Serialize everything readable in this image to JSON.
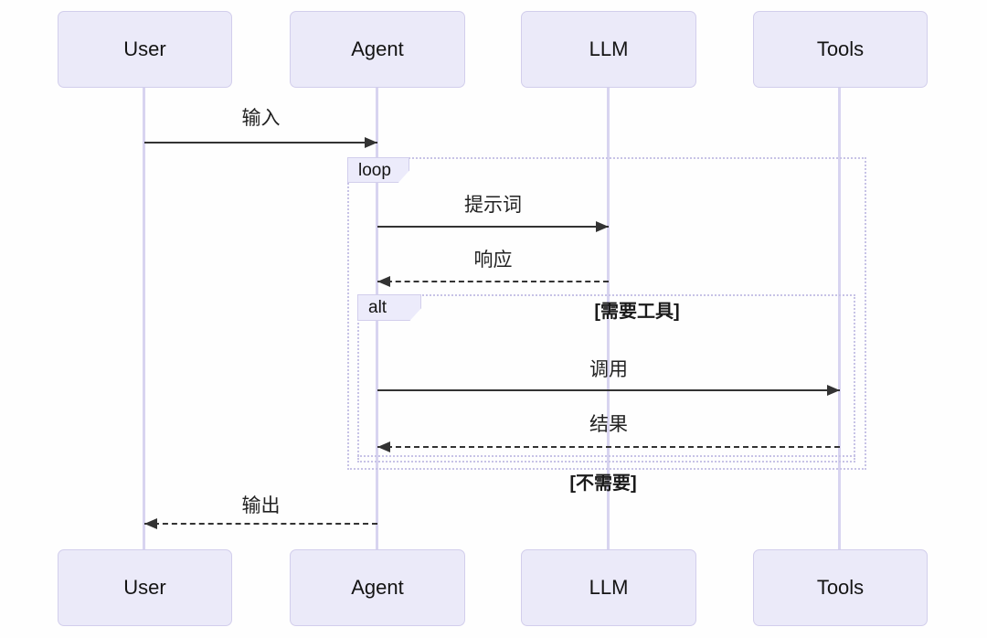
{
  "diagram_type": "sequence-diagram",
  "actors": [
    {
      "name": "User"
    },
    {
      "name": "Agent"
    },
    {
      "name": "LLM"
    },
    {
      "name": "Tools"
    }
  ],
  "messages": [
    {
      "from": "User",
      "to": "Agent",
      "label": "输入",
      "line": "solid"
    },
    {
      "from": "Agent",
      "to": "LLM",
      "label": "提示词",
      "line": "solid"
    },
    {
      "from": "LLM",
      "to": "Agent",
      "label": "响应",
      "line": "dashed"
    },
    {
      "from": "Agent",
      "to": "Tools",
      "label": "调用",
      "line": "solid"
    },
    {
      "from": "Tools",
      "to": "Agent",
      "label": "结果",
      "line": "dashed"
    },
    {
      "from": "Agent",
      "to": "User",
      "label": "输出",
      "line": "dashed"
    }
  ],
  "fragments": [
    {
      "kind": "loop",
      "label": "loop"
    },
    {
      "kind": "alt",
      "label": "alt",
      "condition": "[需要工具]",
      "else_condition": "[不需要]"
    }
  ],
  "colors": {
    "background": "#fefefe",
    "actor_fill": "#ebeaf9",
    "actor_border": "#d2ceec",
    "lifeline": "#d8d4f0",
    "fragment_border": "#c7c3e6",
    "message_line": "#333333",
    "text": "#1c1c1c"
  }
}
